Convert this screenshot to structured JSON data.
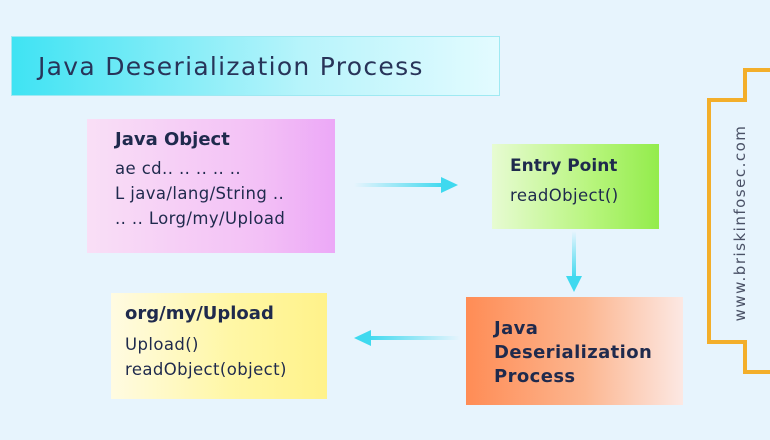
{
  "title": "Java Deserialization Process",
  "nodes": {
    "java_object": {
      "heading": "Java Object",
      "lines": [
        "ae cd.. .. .. .. ..",
        "L java/lang/String ..",
        ".. .. Lorg/my/Upload"
      ]
    },
    "entry_point": {
      "heading": "Entry Point",
      "lines": [
        "readObject()"
      ]
    },
    "java_deserialization": {
      "lines": [
        "Java",
        "Deserialization",
        "Process"
      ]
    },
    "upload": {
      "heading": "org/my/Upload",
      "lines": [
        "Upload()",
        "readObject(object)"
      ]
    }
  },
  "watermark": "www.briskinfosec.com",
  "colors": {
    "background": "#e7f4fd",
    "arrow": "#3fd9ef",
    "bracket": "#f3ae2a",
    "text": "#1f2a4d"
  }
}
